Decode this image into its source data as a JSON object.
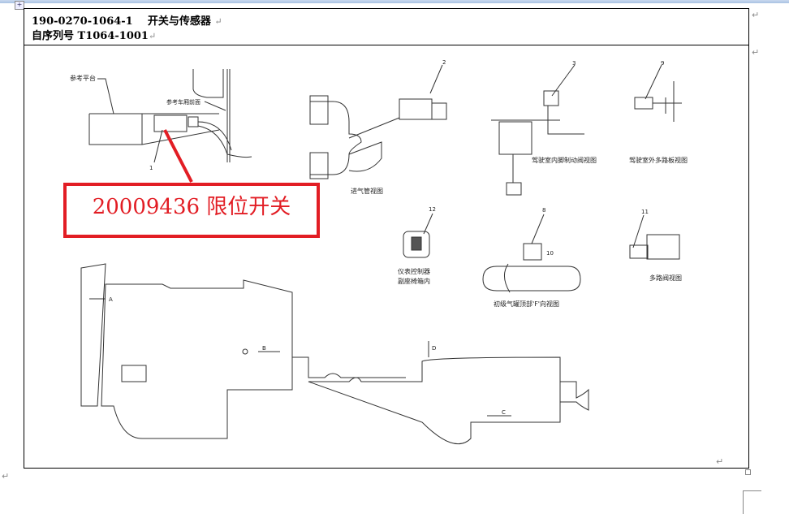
{
  "header": {
    "code": "190-0270-1064-1",
    "title": "开关与传感器",
    "serial": "自序列号 T1064-1001"
  },
  "paragraph_mark": "↵",
  "callout": {
    "text": "20009436  限位开关",
    "color": "#e21d24"
  },
  "drawing": {
    "labels": {
      "ref_platform": "参考平台",
      "ref_front": "参考车厢前面",
      "n1": "1",
      "n2": "2",
      "n3": "3",
      "n9": "9",
      "cab_brake": "驾驶室内脚制动阀视图",
      "cab_outside": "驾驶室外多路板视图",
      "intake": "进气管视图",
      "n12": "12",
      "controller1": "仪表控制器",
      "controller2": "副座椅箱内",
      "n8": "8",
      "n10": "10",
      "tank": "初级气罐顶部'F'向视图",
      "n11": "11",
      "valve": "多路阀视图",
      "A": "A",
      "B": "B",
      "C": "C",
      "D": "D"
    }
  }
}
